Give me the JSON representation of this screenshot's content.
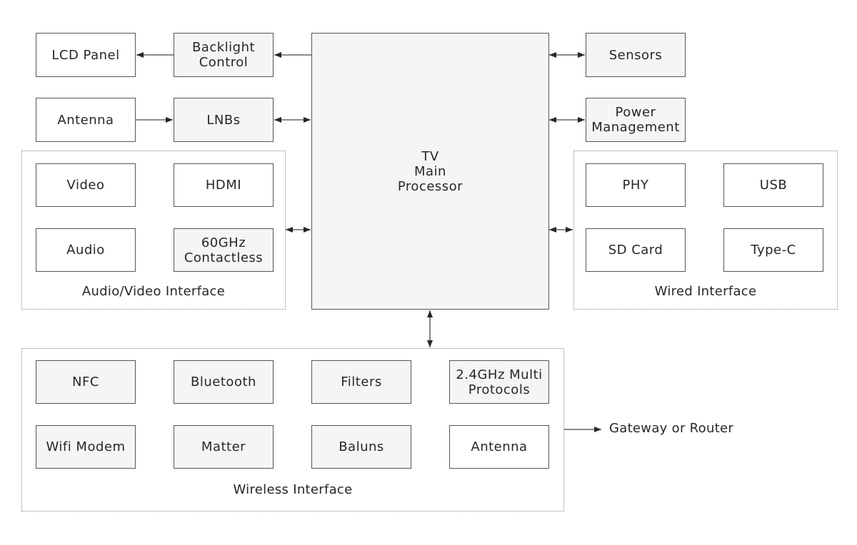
{
  "diagram": {
    "main_processor": "TV\nMain\nProcessor",
    "top_left": {
      "lcd_panel": "LCD Panel",
      "backlight_control": "Backlight\nControl",
      "antenna": "Antenna",
      "lnbs": "LNBs"
    },
    "top_right": {
      "sensors": "Sensors",
      "power_management": "Power\nManagement"
    },
    "av_interface": {
      "label": "Audio/Video Interface",
      "items": [
        "Video",
        "HDMI",
        "Audio",
        "60GHz\nContactless"
      ]
    },
    "wired_interface": {
      "label": "Wired Interface",
      "items": [
        "PHY",
        "USB",
        "SD Card",
        "Type-C"
      ]
    },
    "wireless_interface": {
      "label": "Wireless Interface",
      "items": [
        "NFC",
        "Bluetooth",
        "Filters",
        "2.4GHz Multi\nProtocols",
        "Wifi Modem",
        "Matter",
        "Baluns",
        "Antenna"
      ]
    },
    "external": {
      "gateway": "Gateway or Router"
    }
  }
}
